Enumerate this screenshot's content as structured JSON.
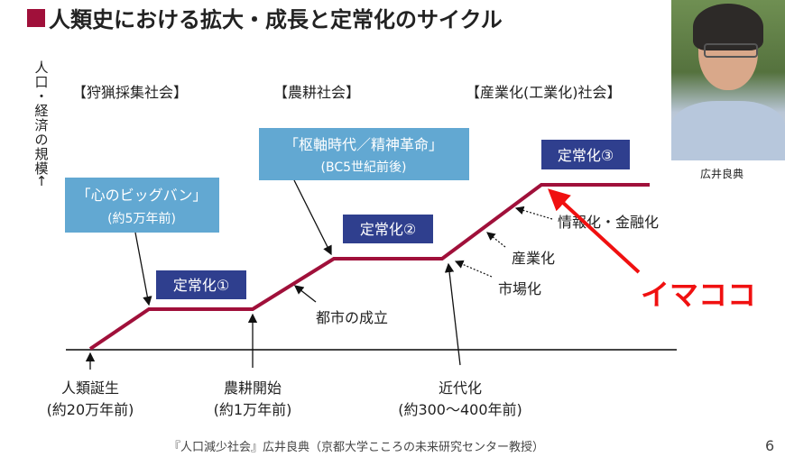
{
  "title": "人類史における拡大・成長と定常化のサイクル",
  "colors": {
    "accent": "#a0103a",
    "light_box": "#62a8d2",
    "dark_box": "#2f3f8e",
    "red": "#f01010"
  },
  "y_axis_label": [
    "人",
    "口",
    "・",
    "経",
    "済",
    "の",
    "規",
    "模",
    "↑"
  ],
  "eras": [
    "【狩猟採集社会】",
    "【農耕社会】",
    "【産業化(工業化)社会】"
  ],
  "callouts": {
    "big_bang": {
      "line1": "「心のビッグバン」",
      "line2": "(約5万年前)"
    },
    "axial_age": {
      "line1": "「枢軸時代／精神革命」",
      "line2": "(BC5世紀前後)"
    }
  },
  "plateaus": [
    "定常化①",
    "定常化②",
    "定常化③"
  ],
  "annotations": {
    "city": "都市の成立",
    "info": "情報化・金融化",
    "industry": "産業化",
    "market": "市場化",
    "now": "イマココ"
  },
  "milestones": [
    {
      "name": "人類誕生",
      "when": "(約20万年前)"
    },
    {
      "name": "農耕開始",
      "when": "(約1万年前)"
    },
    {
      "name": "近代化",
      "when": "(約300〜400年前)"
    }
  ],
  "photo_caption": "広井良典",
  "footer": "『人口減少社会』広井良典（京都大学こころの未来研究センター教授）",
  "page_number": "6"
}
